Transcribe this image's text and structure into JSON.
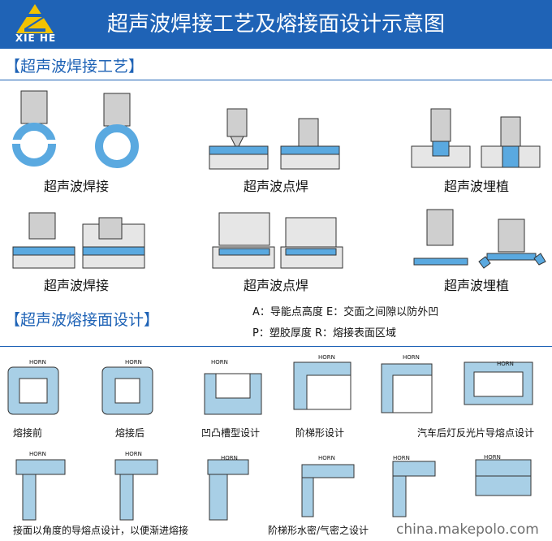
{
  "header": {
    "brand_text": "XIE HE",
    "title": "超声波焊接工艺及熔接面设计示意图"
  },
  "section1": {
    "title": "【超声波焊接工艺】",
    "captions": [
      "超声波焊接",
      "超声波点焊",
      "超声波埋植",
      "超声波焊接",
      "超声波点焊",
      "超声波埋植"
    ]
  },
  "section2": {
    "title": "【超声波熔接面设计】",
    "legend": [
      "A：导能点高度  E：交面之间隙以防外凹",
      "P：塑胶厚度    R：熔接表面区域"
    ],
    "captions": [
      "熔接前",
      "熔接后",
      "凹凸槽型设计",
      "阶梯形设计",
      "汽车后灯反光片导熔点设计",
      "接面以角度的导熔点设计，以便渐进熔接",
      "阶梯形水密/气密之设计"
    ],
    "horn_label": "HORN"
  },
  "watermark": "china.makepolo.com",
  "colors": {
    "header_bg": "#1f63b6",
    "part_blue": "#5aa9e0",
    "part_light": "#a8cfe6",
    "tool_gray": "#cfcfcf",
    "base_gray": "#e6e6e6",
    "logo_yellow": "#f2c200"
  }
}
